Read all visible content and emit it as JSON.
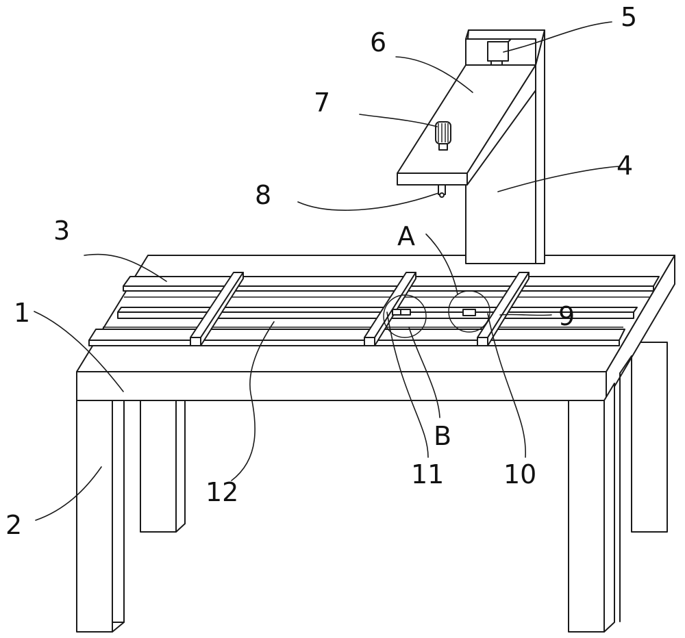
{
  "labels": {
    "l1": "1",
    "l2": "2",
    "l3": "3",
    "l4": "4",
    "l5": "5",
    "l6": "6",
    "l7": "7",
    "l8": "8",
    "l9": "9",
    "l10": "10",
    "l11": "11",
    "l12": "12",
    "lA": "A",
    "lB": "B"
  }
}
